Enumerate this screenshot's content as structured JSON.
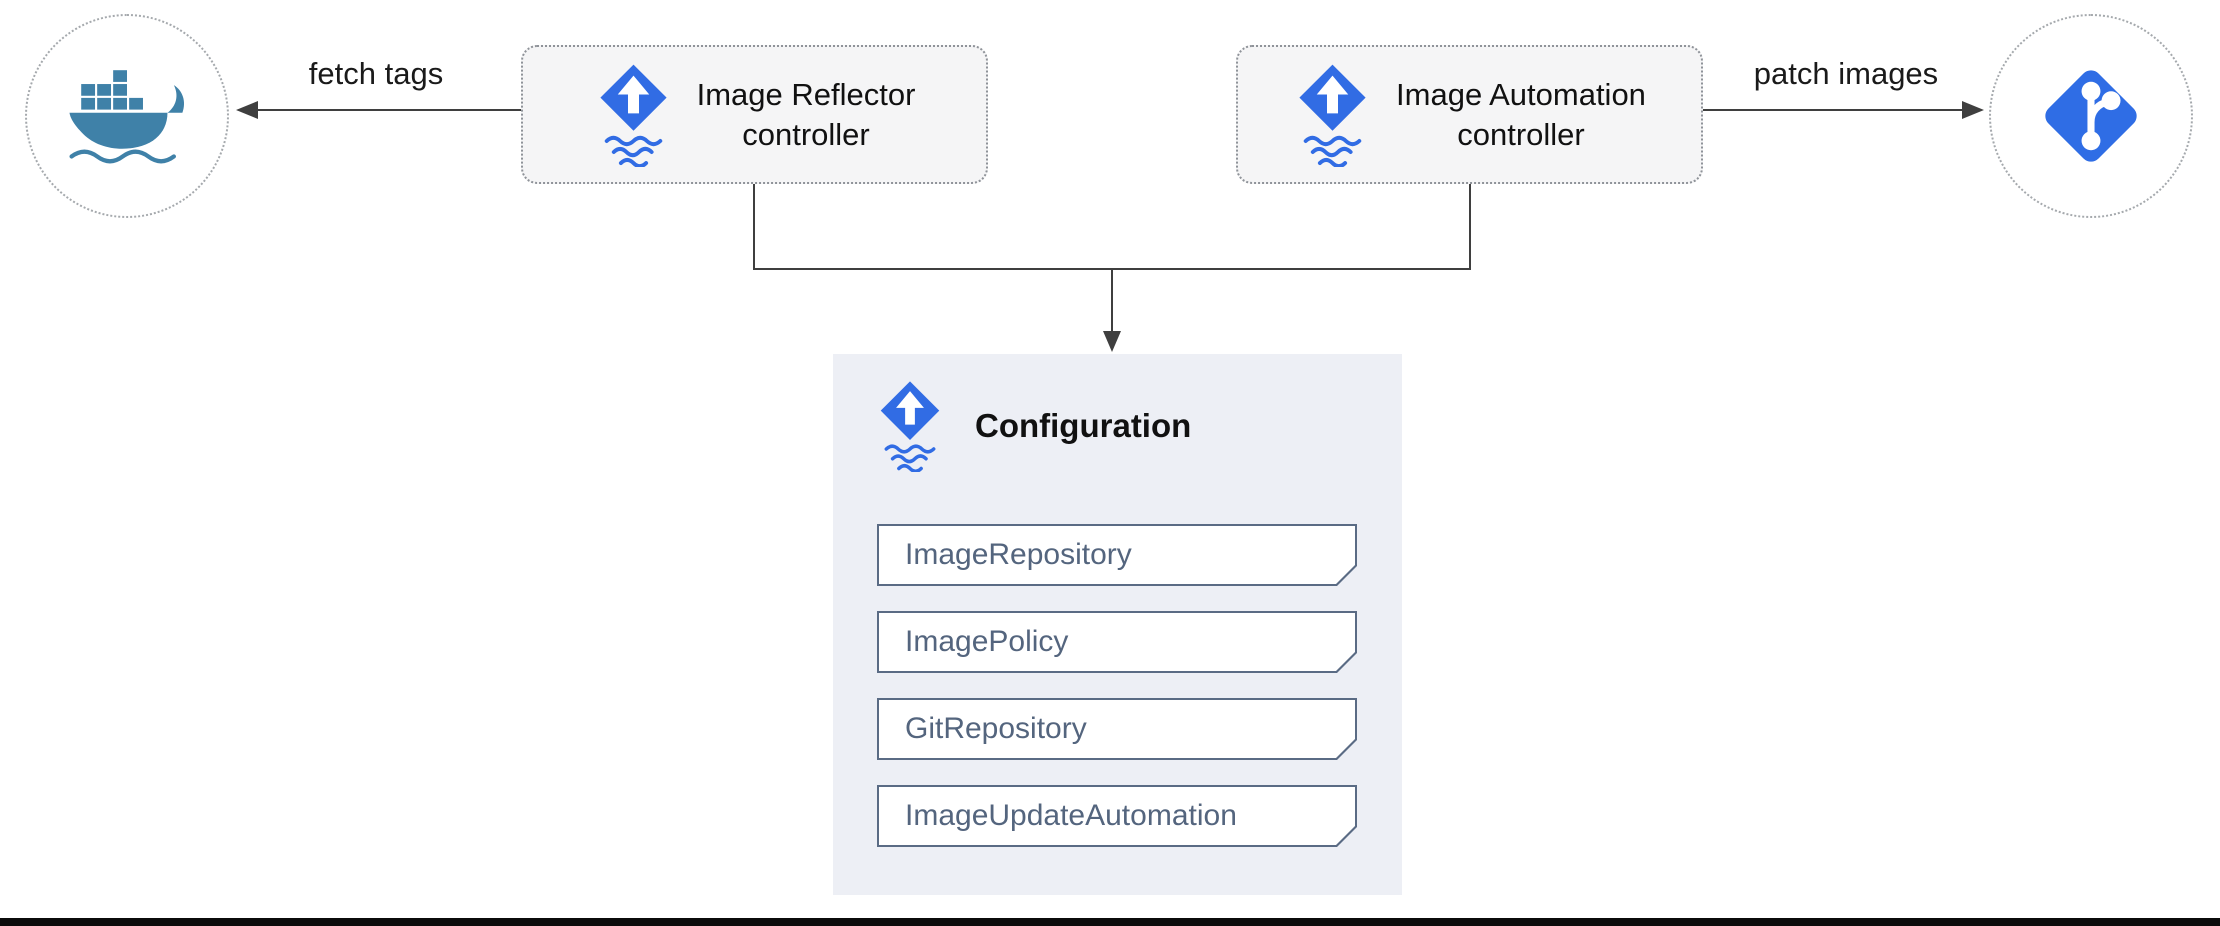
{
  "diagram": {
    "edges": {
      "fetch_tags_label": "fetch tags",
      "patch_images_label": "patch images"
    },
    "nodes": {
      "docker_registry": {
        "icon": "docker-whale-icon"
      },
      "git_repository": {
        "icon": "git-branch-icon"
      },
      "image_reflector": {
        "line1": "Image Reflector",
        "line2": "controller",
        "icon": "flux-icon"
      },
      "image_automation": {
        "line1": "Image Automation",
        "line2": "controller",
        "icon": "flux-icon"
      }
    },
    "configuration": {
      "title": "Configuration",
      "icon": "flux-icon",
      "items": [
        "ImageRepository",
        "ImagePolicy",
        "GitRepository",
        "ImageUpdateAutomation"
      ]
    },
    "colors": {
      "flux_blue": "#316ce4",
      "docker_blue": "#3f81a8",
      "git_blue": "#2f6de5",
      "panel_bg": "#edeff5",
      "item_border": "#5a6b84",
      "item_text": "#54657e",
      "connector": "#3f3f3f"
    }
  }
}
